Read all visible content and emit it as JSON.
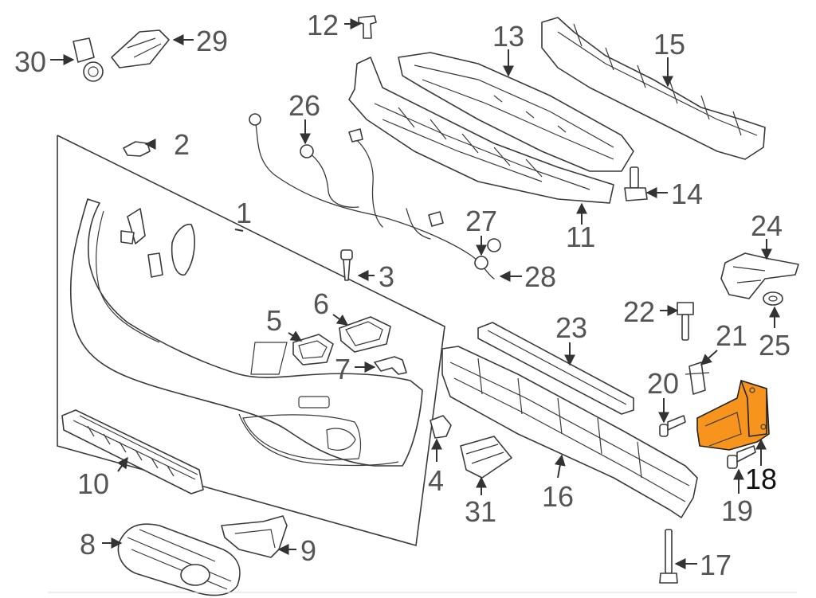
{
  "diagram": {
    "highlight_color": "#F7941D",
    "highlighted_callout": "18",
    "callouts": [
      {
        "id": "1",
        "text": "1"
      },
      {
        "id": "2",
        "text": "2"
      },
      {
        "id": "3",
        "text": "3"
      },
      {
        "id": "4",
        "text": "4"
      },
      {
        "id": "5",
        "text": "5"
      },
      {
        "id": "6",
        "text": "6"
      },
      {
        "id": "7",
        "text": "7"
      },
      {
        "id": "8",
        "text": "8"
      },
      {
        "id": "9",
        "text": "9"
      },
      {
        "id": "10",
        "text": "10"
      },
      {
        "id": "11",
        "text": "11"
      },
      {
        "id": "12",
        "text": "12"
      },
      {
        "id": "13",
        "text": "13"
      },
      {
        "id": "14",
        "text": "14"
      },
      {
        "id": "15",
        "text": "15"
      },
      {
        "id": "16",
        "text": "16"
      },
      {
        "id": "17",
        "text": "17"
      },
      {
        "id": "18",
        "text": "18"
      },
      {
        "id": "19",
        "text": "19"
      },
      {
        "id": "20",
        "text": "20"
      },
      {
        "id": "21",
        "text": "21"
      },
      {
        "id": "22",
        "text": "22"
      },
      {
        "id": "23",
        "text": "23"
      },
      {
        "id": "24",
        "text": "24"
      },
      {
        "id": "25",
        "text": "25"
      },
      {
        "id": "26",
        "text": "26"
      },
      {
        "id": "27",
        "text": "27"
      },
      {
        "id": "28",
        "text": "28"
      },
      {
        "id": "29",
        "text": "29"
      },
      {
        "id": "30",
        "text": "30"
      },
      {
        "id": "31",
        "text": "31"
      }
    ]
  }
}
